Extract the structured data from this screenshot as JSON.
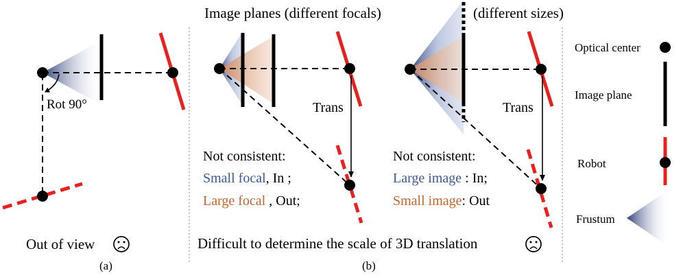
{
  "panel_a": {
    "rotation_label": "Rot 90°",
    "outcome": "Out of view",
    "caption": "(a)"
  },
  "panel_b": {
    "title": "Image planes (different focals)",
    "title_right": "(different sizes)",
    "trans_label": "Trans",
    "focal_case": {
      "heading": "Not consistent:",
      "line1_colored": "Small focal",
      "line1_rest": ", In ;",
      "line2_colored": "Large focal",
      "line2_rest": " , Out;"
    },
    "size_case": {
      "heading": "Not consistent:",
      "line1_colored": "Large image",
      "line1_rest": " : In;",
      "line2_colored": "Small image",
      "line2_rest": ": Out"
    },
    "outcome": "Difficult to determine the scale of 3D translation",
    "caption": "(b)"
  },
  "legend": {
    "optical_center": "Optical center",
    "image_plane": "Image plane",
    "robot": "Robot",
    "frustum": "Frustum"
  },
  "colors": {
    "robot": "#e8201e",
    "blue_text": "#3b5a9a",
    "orange_text": "#c8642a",
    "frustum_blue": "#2e3f7a",
    "frustum_orange": "#d08a62",
    "ink": "#000000"
  },
  "icons": [
    "frown-face-icon",
    "frown-face-icon"
  ]
}
